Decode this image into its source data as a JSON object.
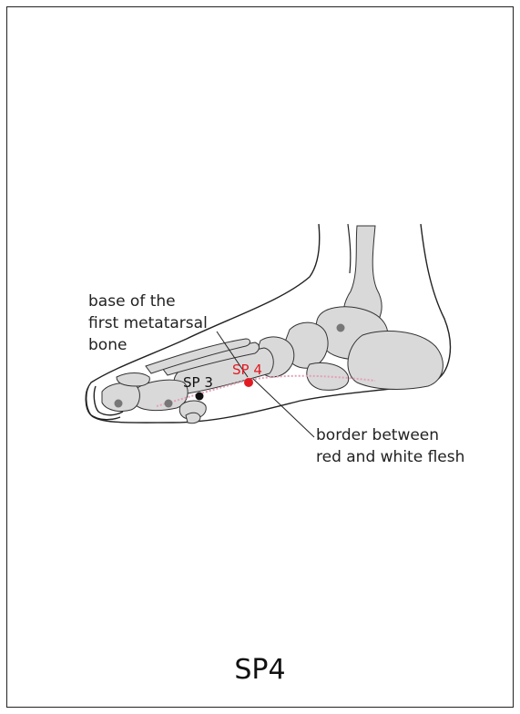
{
  "annotations": {
    "base_line1": "base of the",
    "base_line2": "first metatarsal",
    "base_line3": "bone",
    "border_line1": "border between",
    "border_line2": "red and white flesh"
  },
  "points": {
    "sp3": "SP 3",
    "sp4": "SP 4"
  },
  "caption": "SP4",
  "colors": {
    "point_primary": "#e21b23",
    "point_secondary": "#111111",
    "bone_fill": "#d9d9d9",
    "outline": "#222222",
    "border_line": "#e4a0b4"
  }
}
